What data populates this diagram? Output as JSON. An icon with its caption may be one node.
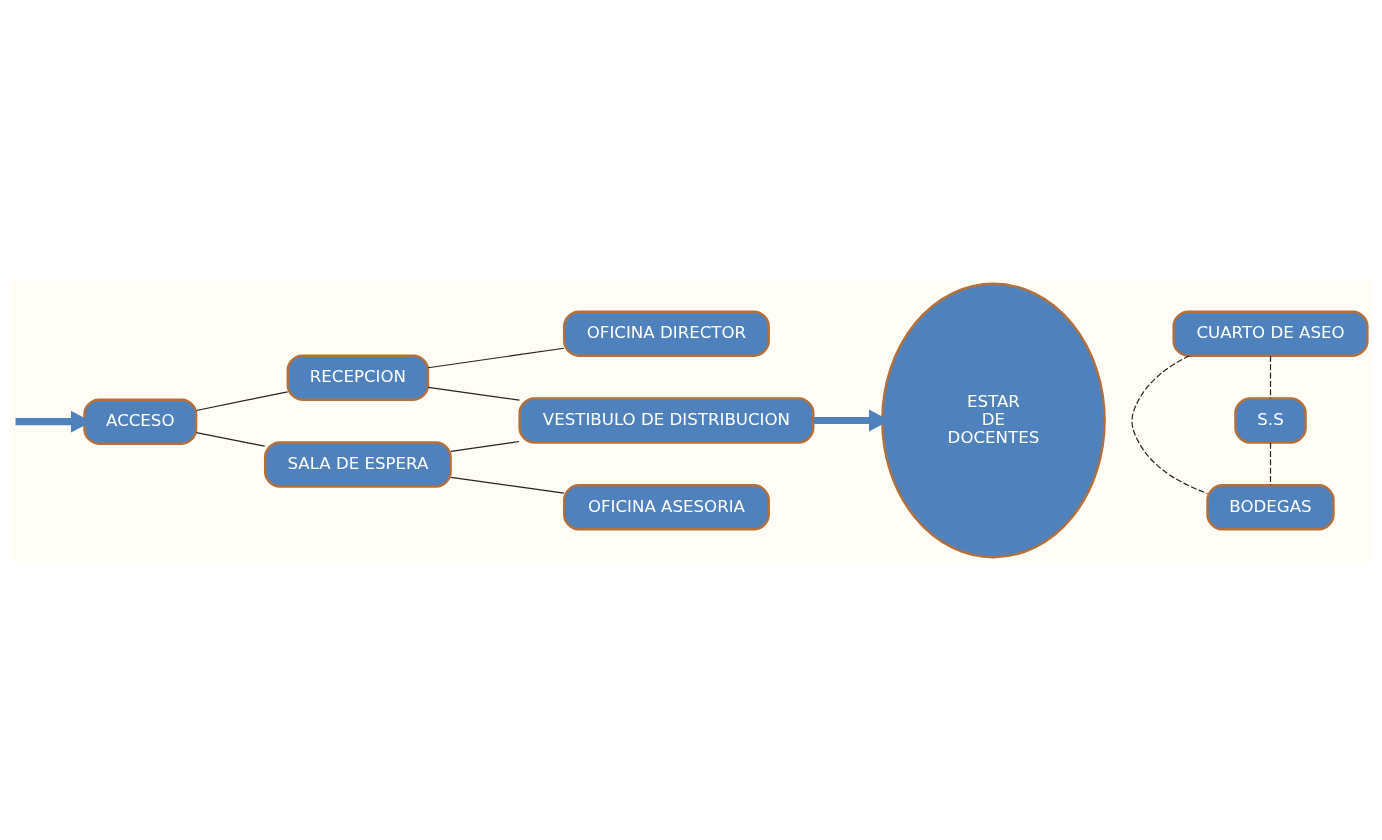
{
  "diagram": {
    "nodes": [
      {
        "text": [
          "ACCESO"
        ]
      },
      {
        "text": [
          "RECEPCION"
        ]
      },
      {
        "text": [
          "SALA DE ESPERA"
        ]
      },
      {
        "text": [
          "OFICINA DIRECTOR"
        ]
      },
      {
        "text": [
          "VESTIBULO DE DISTRIBUCION"
        ]
      },
      {
        "text": [
          "OFICINA ASESORIA"
        ]
      },
      {
        "text": [
          "ESTAR",
          "DE",
          "DOCENTES"
        ]
      },
      {
        "text": [
          "CUARTO DE ASEO"
        ]
      },
      {
        "text": [
          "S.S"
        ]
      },
      {
        "text": [
          "BODEGAS"
        ]
      }
    ],
    "edges": [
      {
        "from": null,
        "to": 0,
        "arrow": "to",
        "style": "thick",
        "color": "#4f81bd"
      },
      {
        "from": 0,
        "to": 1,
        "arrow": "none"
      },
      {
        "from": 0,
        "to": 2,
        "arrow": "none"
      },
      {
        "from": 1,
        "to": 3,
        "arrow": "none"
      },
      {
        "from": 1,
        "to": 4,
        "arrow": "none"
      },
      {
        "from": 4,
        "to": 2,
        "arrow": "none"
      },
      {
        "from": 2,
        "to": 5,
        "arrow": "none"
      },
      {
        "from": 4,
        "to": 6,
        "arrow": "to",
        "style": "thick",
        "color": "#4f81bd"
      },
      {
        "from": 7,
        "to": 8,
        "arrow": "none",
        "style": "dashed"
      },
      {
        "from": 8,
        "to": 9,
        "arrow": "none",
        "style": "dashed"
      },
      {
        "from": 7,
        "to": 9,
        "arrow": "none",
        "style": "dashed"
      }
    ]
  }
}
